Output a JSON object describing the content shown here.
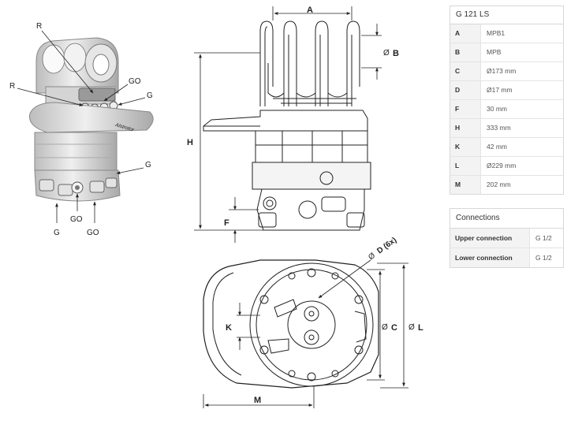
{
  "specs": {
    "title": "G 121 LS",
    "rows": [
      {
        "key": "A",
        "value": "MPB1"
      },
      {
        "key": "B",
        "value": "MPB"
      },
      {
        "key": "C",
        "value": "Ø173 mm"
      },
      {
        "key": "D",
        "value": "Ø17 mm"
      },
      {
        "key": "F",
        "value": "30 mm"
      },
      {
        "key": "H",
        "value": "333 mm"
      },
      {
        "key": "K",
        "value": "42 mm"
      },
      {
        "key": "L",
        "value": "Ø229 mm"
      },
      {
        "key": "M",
        "value": "202 mm"
      }
    ]
  },
  "connections": {
    "title": "Connections",
    "rows": [
      {
        "key": "Upper connection",
        "value": "G 1/2"
      },
      {
        "key": "Lower connection",
        "value": "G 1/2"
      }
    ]
  },
  "callouts": {
    "r_top": "R",
    "r_side": "R",
    "go_top": "GO",
    "g_top": "G",
    "g_mid": "G",
    "g_bottom": "G",
    "go_bottom_1": "GO",
    "go_bottom_2": "GO",
    "brand": "Alstrotor"
  },
  "dimensions": {
    "a": "A",
    "b": "B",
    "h": "H",
    "f": "F",
    "d": "D (6x)",
    "c": "C",
    "l": "L",
    "k": "K",
    "m": "M",
    "dia": "Ø"
  },
  "colors": {
    "line": "#222222",
    "casting": "#d9d9d9",
    "table_key_bg": "#f3f3f3"
  }
}
